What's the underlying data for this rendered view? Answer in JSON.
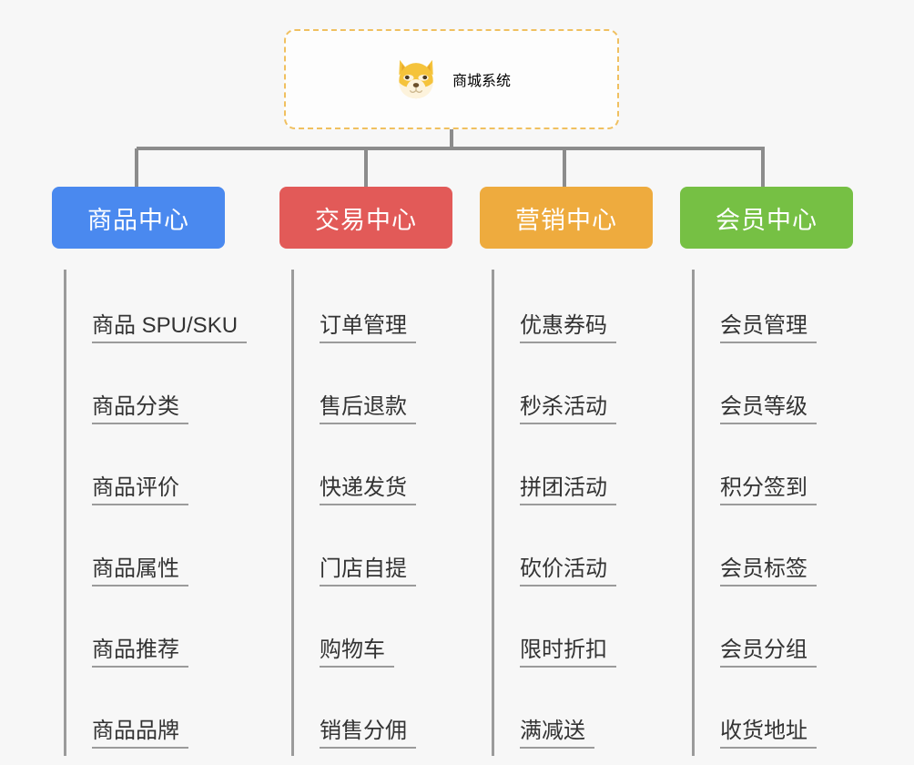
{
  "root": {
    "title": "商城系统",
    "icon": "shiba-dog-icon",
    "border_color": "#f0c060",
    "text_color": "#f0b429"
  },
  "canvas": {
    "background": "#f7f7f7",
    "connector_color": "#8c8c8c",
    "leaf_line_color": "#9b9b9b"
  },
  "columns": [
    {
      "title": "商品中心",
      "color": "#4a89ef",
      "items": [
        "商品 SPU/SKU",
        "商品分类",
        "商品评价",
        "商品属性",
        "商品推荐",
        "商品品牌"
      ]
    },
    {
      "title": "交易中心",
      "color": "#e25a58",
      "items": [
        "订单管理",
        "售后退款",
        "快递发货",
        "门店自提",
        "购物车",
        "销售分佣"
      ]
    },
    {
      "title": "营销中心",
      "color": "#eeab3e",
      "items": [
        "优惠券码",
        "秒杀活动",
        "拼团活动",
        "砍价活动",
        "限时折扣",
        "满减送"
      ]
    },
    {
      "title": "会员中心",
      "color": "#76c044",
      "items": [
        "会员管理",
        "会员等级",
        "积分签到",
        "会员标签",
        "会员分组",
        "收货地址"
      ]
    }
  ]
}
